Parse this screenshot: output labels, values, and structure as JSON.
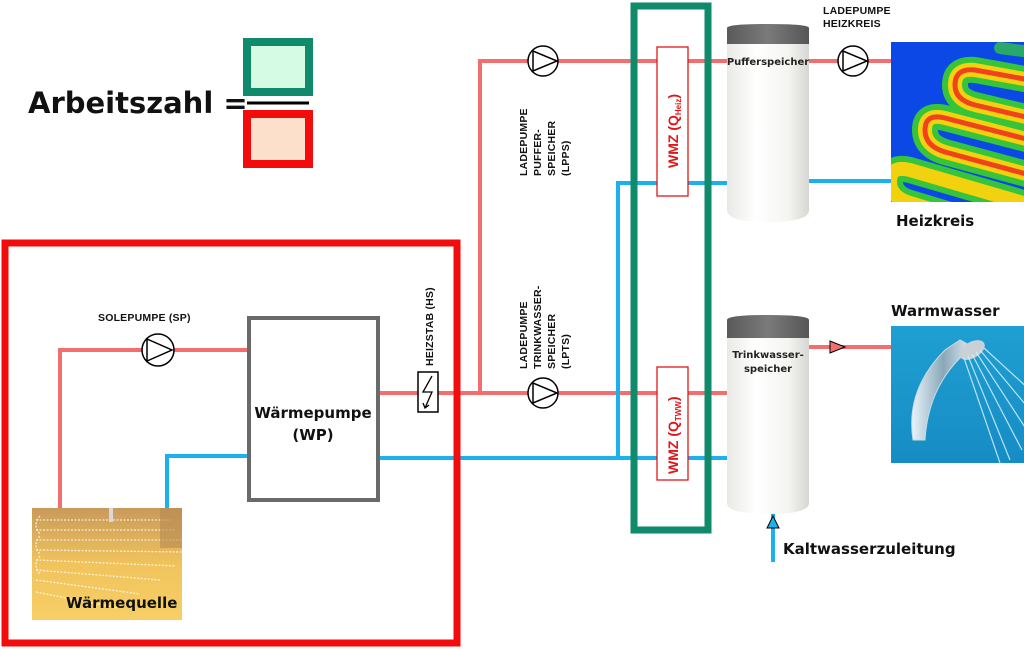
{
  "title": {
    "formula_label": "Arbeitszahl =",
    "numerator_color": "#0f8a6b",
    "numerator_fill": "#d5fbe4",
    "denominator_color": "#f20c0c",
    "denominator_fill": "#fde0cc"
  },
  "colors": {
    "hot_pipe": "#f36f6f",
    "cold_pipe": "#1cb0ec",
    "system_boundary": "#f20c0c",
    "meter_boundary": "#0f8a6b",
    "meter_text": "#e0161b"
  },
  "components": {
    "heat_pump": {
      "line1": "Wärmepumpe",
      "line2": "(WP)"
    },
    "heat_source": {
      "label": "Wärmequelle"
    },
    "brine_pump": {
      "label": "SOLEPUMPE (SP)"
    },
    "heating_rod": {
      "label": "HEIZSTAB (HS)"
    },
    "buffer_pump": {
      "line1": "LADEPUMPE",
      "line2": "PUFFER-",
      "line3": "SPEICHER",
      "line4": "(LPPS)"
    },
    "dhw_pump": {
      "line1": "LADEPUMPE",
      "line2": "TRINKWASSER-",
      "line3": "SPEICHER",
      "line4": "(LPTS)"
    },
    "heat_meter_heating": {
      "prefix": "WMZ (Q",
      "subscript": "Heiz",
      "suffix": ")"
    },
    "heat_meter_dhw": {
      "prefix": "WMZ (Q",
      "subscript": "TWW",
      "suffix": ")"
    },
    "buffer_tank": {
      "label": "Pufferspeicher"
    },
    "dhw_tank": {
      "line1": "Trinkwasser-",
      "line2": "speicher"
    },
    "heating_circuit_pump": {
      "line1": "LADEPUMPE",
      "line2": "HEIZKREIS"
    },
    "heating_circuit": {
      "label": "Heizkreis"
    },
    "hot_water": {
      "label": "Warmwasser"
    },
    "cold_water_inlet": {
      "label": "Kaltwasserzuleitung"
    }
  }
}
